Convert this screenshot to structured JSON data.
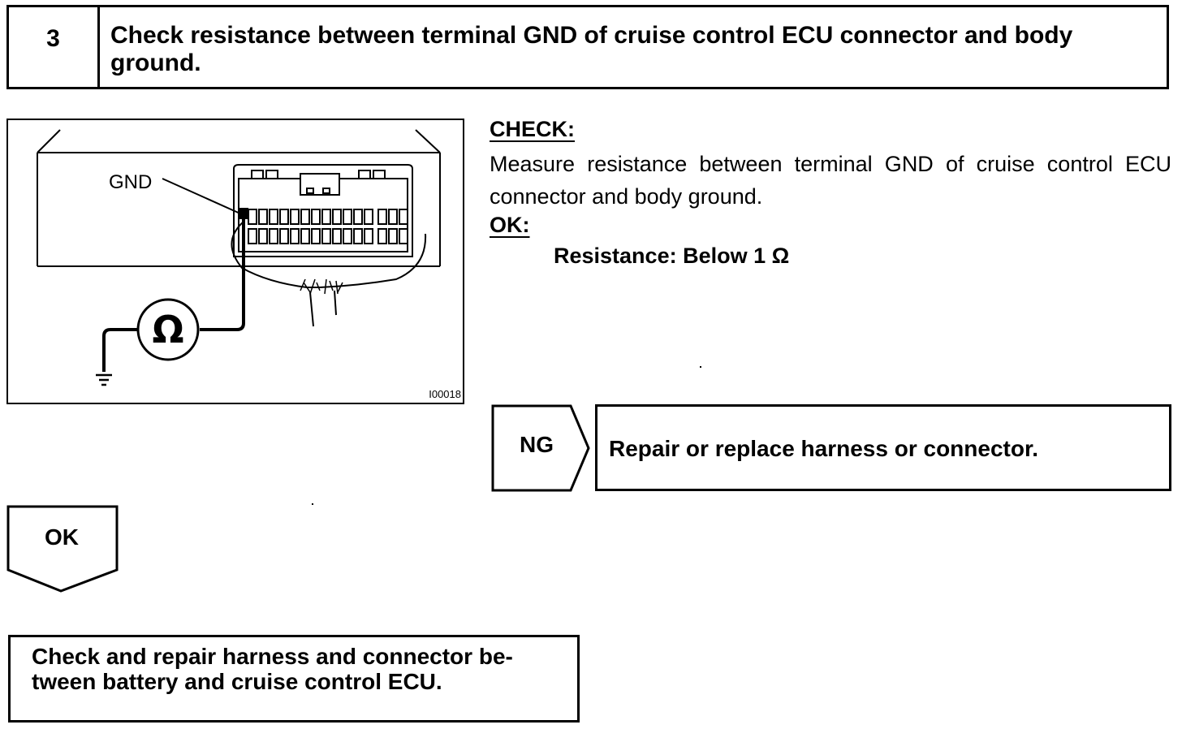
{
  "step": {
    "number": "3",
    "title": "Check resistance between terminal GND of cruise control ECU connector and body ground."
  },
  "figure": {
    "terminal_label": "GND",
    "meter_symbol": "Ω",
    "figure_code": "I00018"
  },
  "check": {
    "heading": "CHECK:",
    "text": "Measure resistance between terminal GND of cruise control ECU connector and body ground."
  },
  "ok": {
    "heading": "OK:",
    "spec": "Resistance: Below 1 Ω"
  },
  "ng_branch": {
    "label": "NG",
    "action": "Repair or replace harness or connector."
  },
  "ok_branch": {
    "label": "OK",
    "action": "Check and repair harness and connector be- tween battery and cruise control ECU."
  }
}
